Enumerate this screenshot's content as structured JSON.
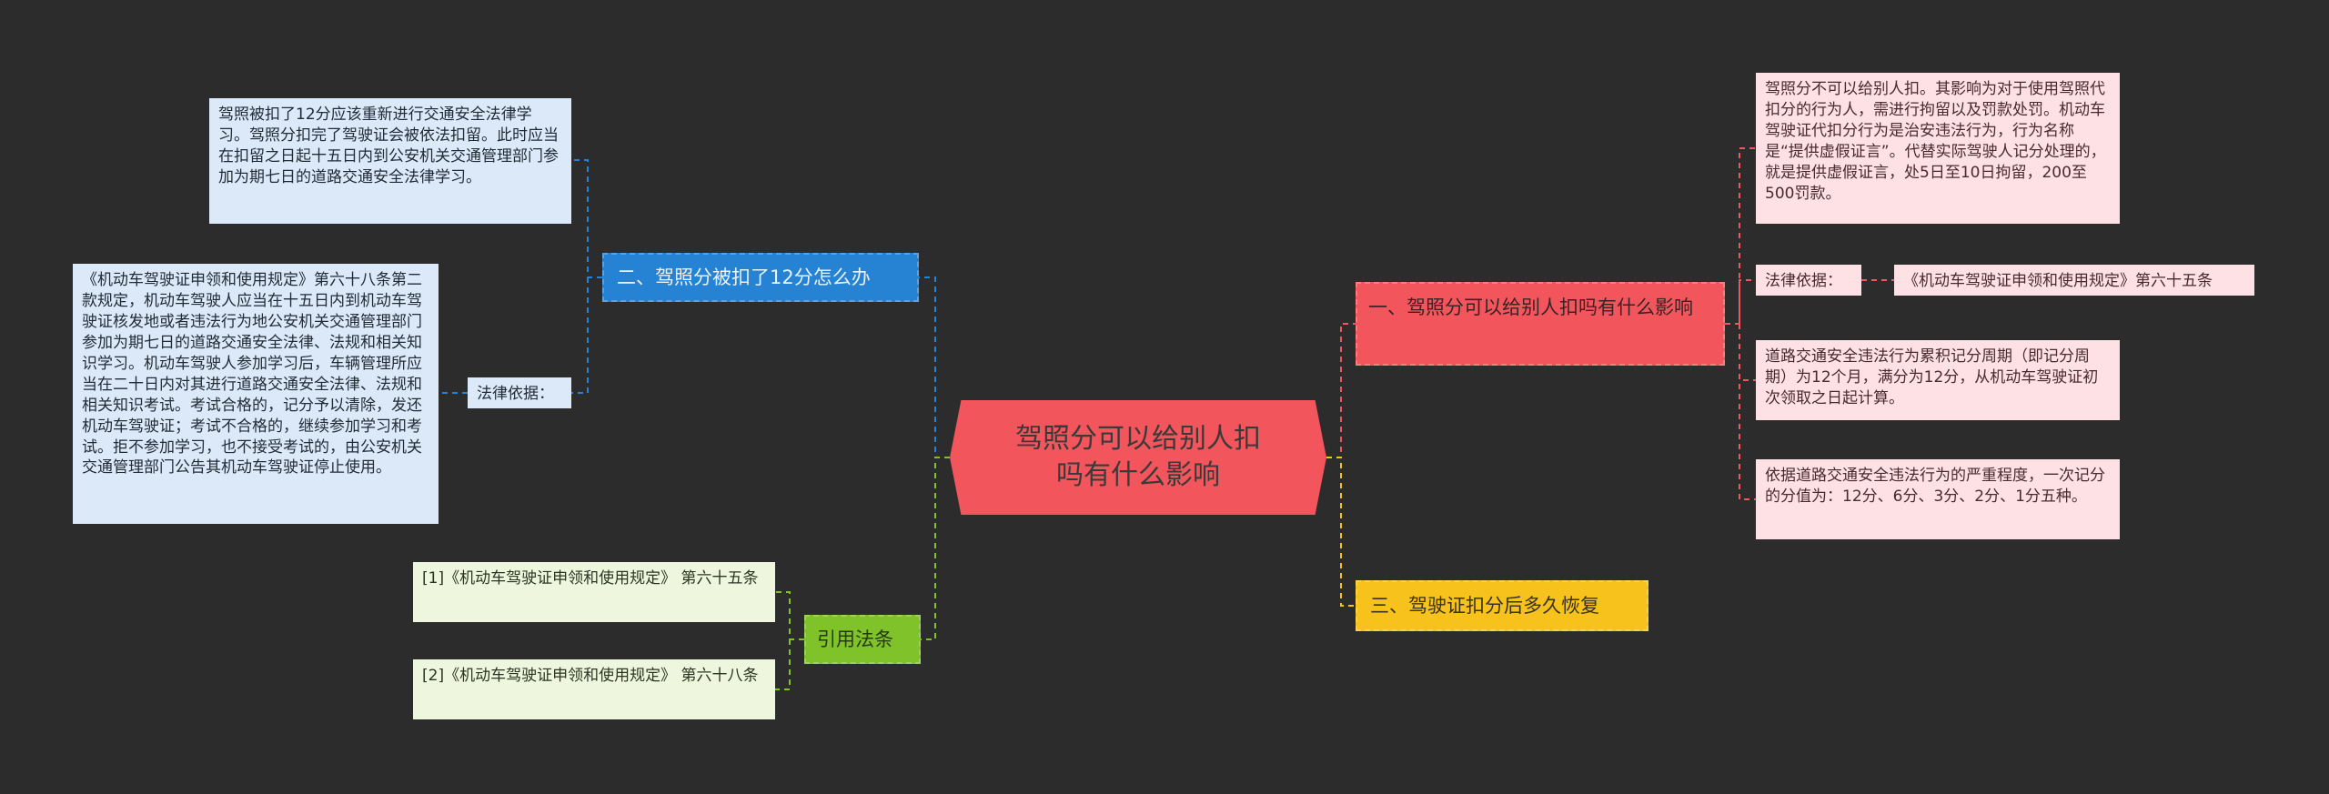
{
  "root": {
    "title": "驾照分可以给别人扣吗有什么影响"
  },
  "branches": {
    "b1": {
      "label": "一、驾照分可以给别人扣吗有什么影响"
    },
    "b2": {
      "label": "二、驾照分被扣了12分怎么办"
    },
    "b3": {
      "label": "三、驾驶证扣分后多久恢复"
    },
    "b4": {
      "label": "引用法条"
    }
  },
  "right_leaves": {
    "impact": "驾照分不可以给别人扣。其影响为对于使用驾照代扣分的行为人，需进行拘留以及罚款处罚。机动车驾驶证代扣分行为是治安违法行为，行为名称是“提供虚假证言”。代替实际驾驶人记分处理的，就是提供虚假证言，处5日至10日拘留，200至500罚款。",
    "law_basis_label": "法律依据：",
    "law_basis_value": "《机动车驾驶证申领和使用规定》第六十五条",
    "cycle": "道路交通安全违法行为累积记分周期（即记分周期）为12个月，满分为12分，从机动车驾驶证初次领取之日起计算。",
    "scores": "依据道路交通安全违法行为的严重程度，一次记分的分值为：12分、6分、3分、2分、1分五种。"
  },
  "left_leaves": {
    "study": "驾照被扣了12分应该重新进行交通安全法律学习。驾照分扣完了驾驶证会被依法扣留。此时应当在扣留之日起十五日内到公安机关交通管理部门参加为期七日的道路交通安全法律学习。",
    "law_basis_label": "法律依据：",
    "law_text": "《机动车驾驶证申领和使用规定》第六十八条第二款规定，机动车驾驶人应当在十五日内到机动车驾驶证核发地或者违法行为地公安机关交通管理部门参加为期七日的道路交通安全法律、法规和相关知识学习。机动车驾驶人参加学习后，车辆管理所应当在二十日内对其进行道路交通安全法律、法规和相关知识考试。考试合格的，记分予以清除，发还机动车驾驶证；考试不合格的，继续参加学习和考试。拒不参加学习，也不接受考试的，由公安机关交通管理部门公告其机动车驾驶证停止使用。",
    "ref1": "[1]《机动车驾驶证申领和使用规定》 第六十五条",
    "ref2": "[2]《机动车驾驶证申领和使用规定》 第六十八条"
  },
  "colors": {
    "background": "#2c2c2c",
    "root": "#f2555b",
    "branch_red": "#f2555b",
    "branch_blue": "#2683d3",
    "branch_yellow": "#f7c21c",
    "branch_green": "#7fc22a",
    "leaf_pink": "#fde1e4",
    "leaf_blue": "#dbe9f8",
    "leaf_green": "#eef7dd"
  }
}
